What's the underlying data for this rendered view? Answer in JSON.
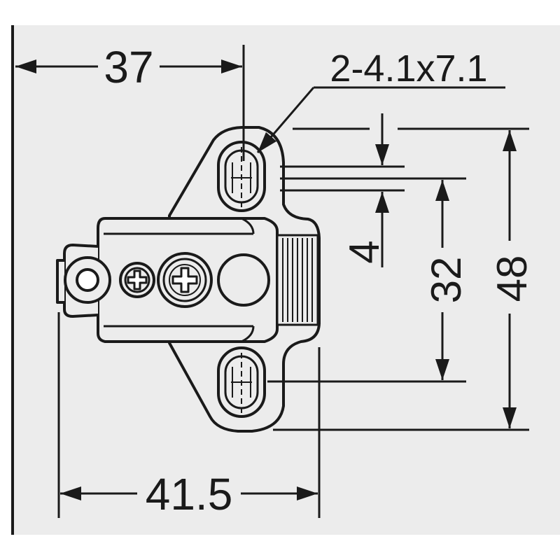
{
  "drawing": {
    "colors": {
      "background": "#ffffff",
      "panel": "#ececec",
      "line": "#1a1a1a",
      "part_fill": "#ececec"
    },
    "dimensions": {
      "top_width": "37",
      "hole_spec": "2-4.1x7.1",
      "offset": "4",
      "hole_spacing": "32",
      "total_height": "48",
      "bottom_width": "41.5"
    }
  }
}
